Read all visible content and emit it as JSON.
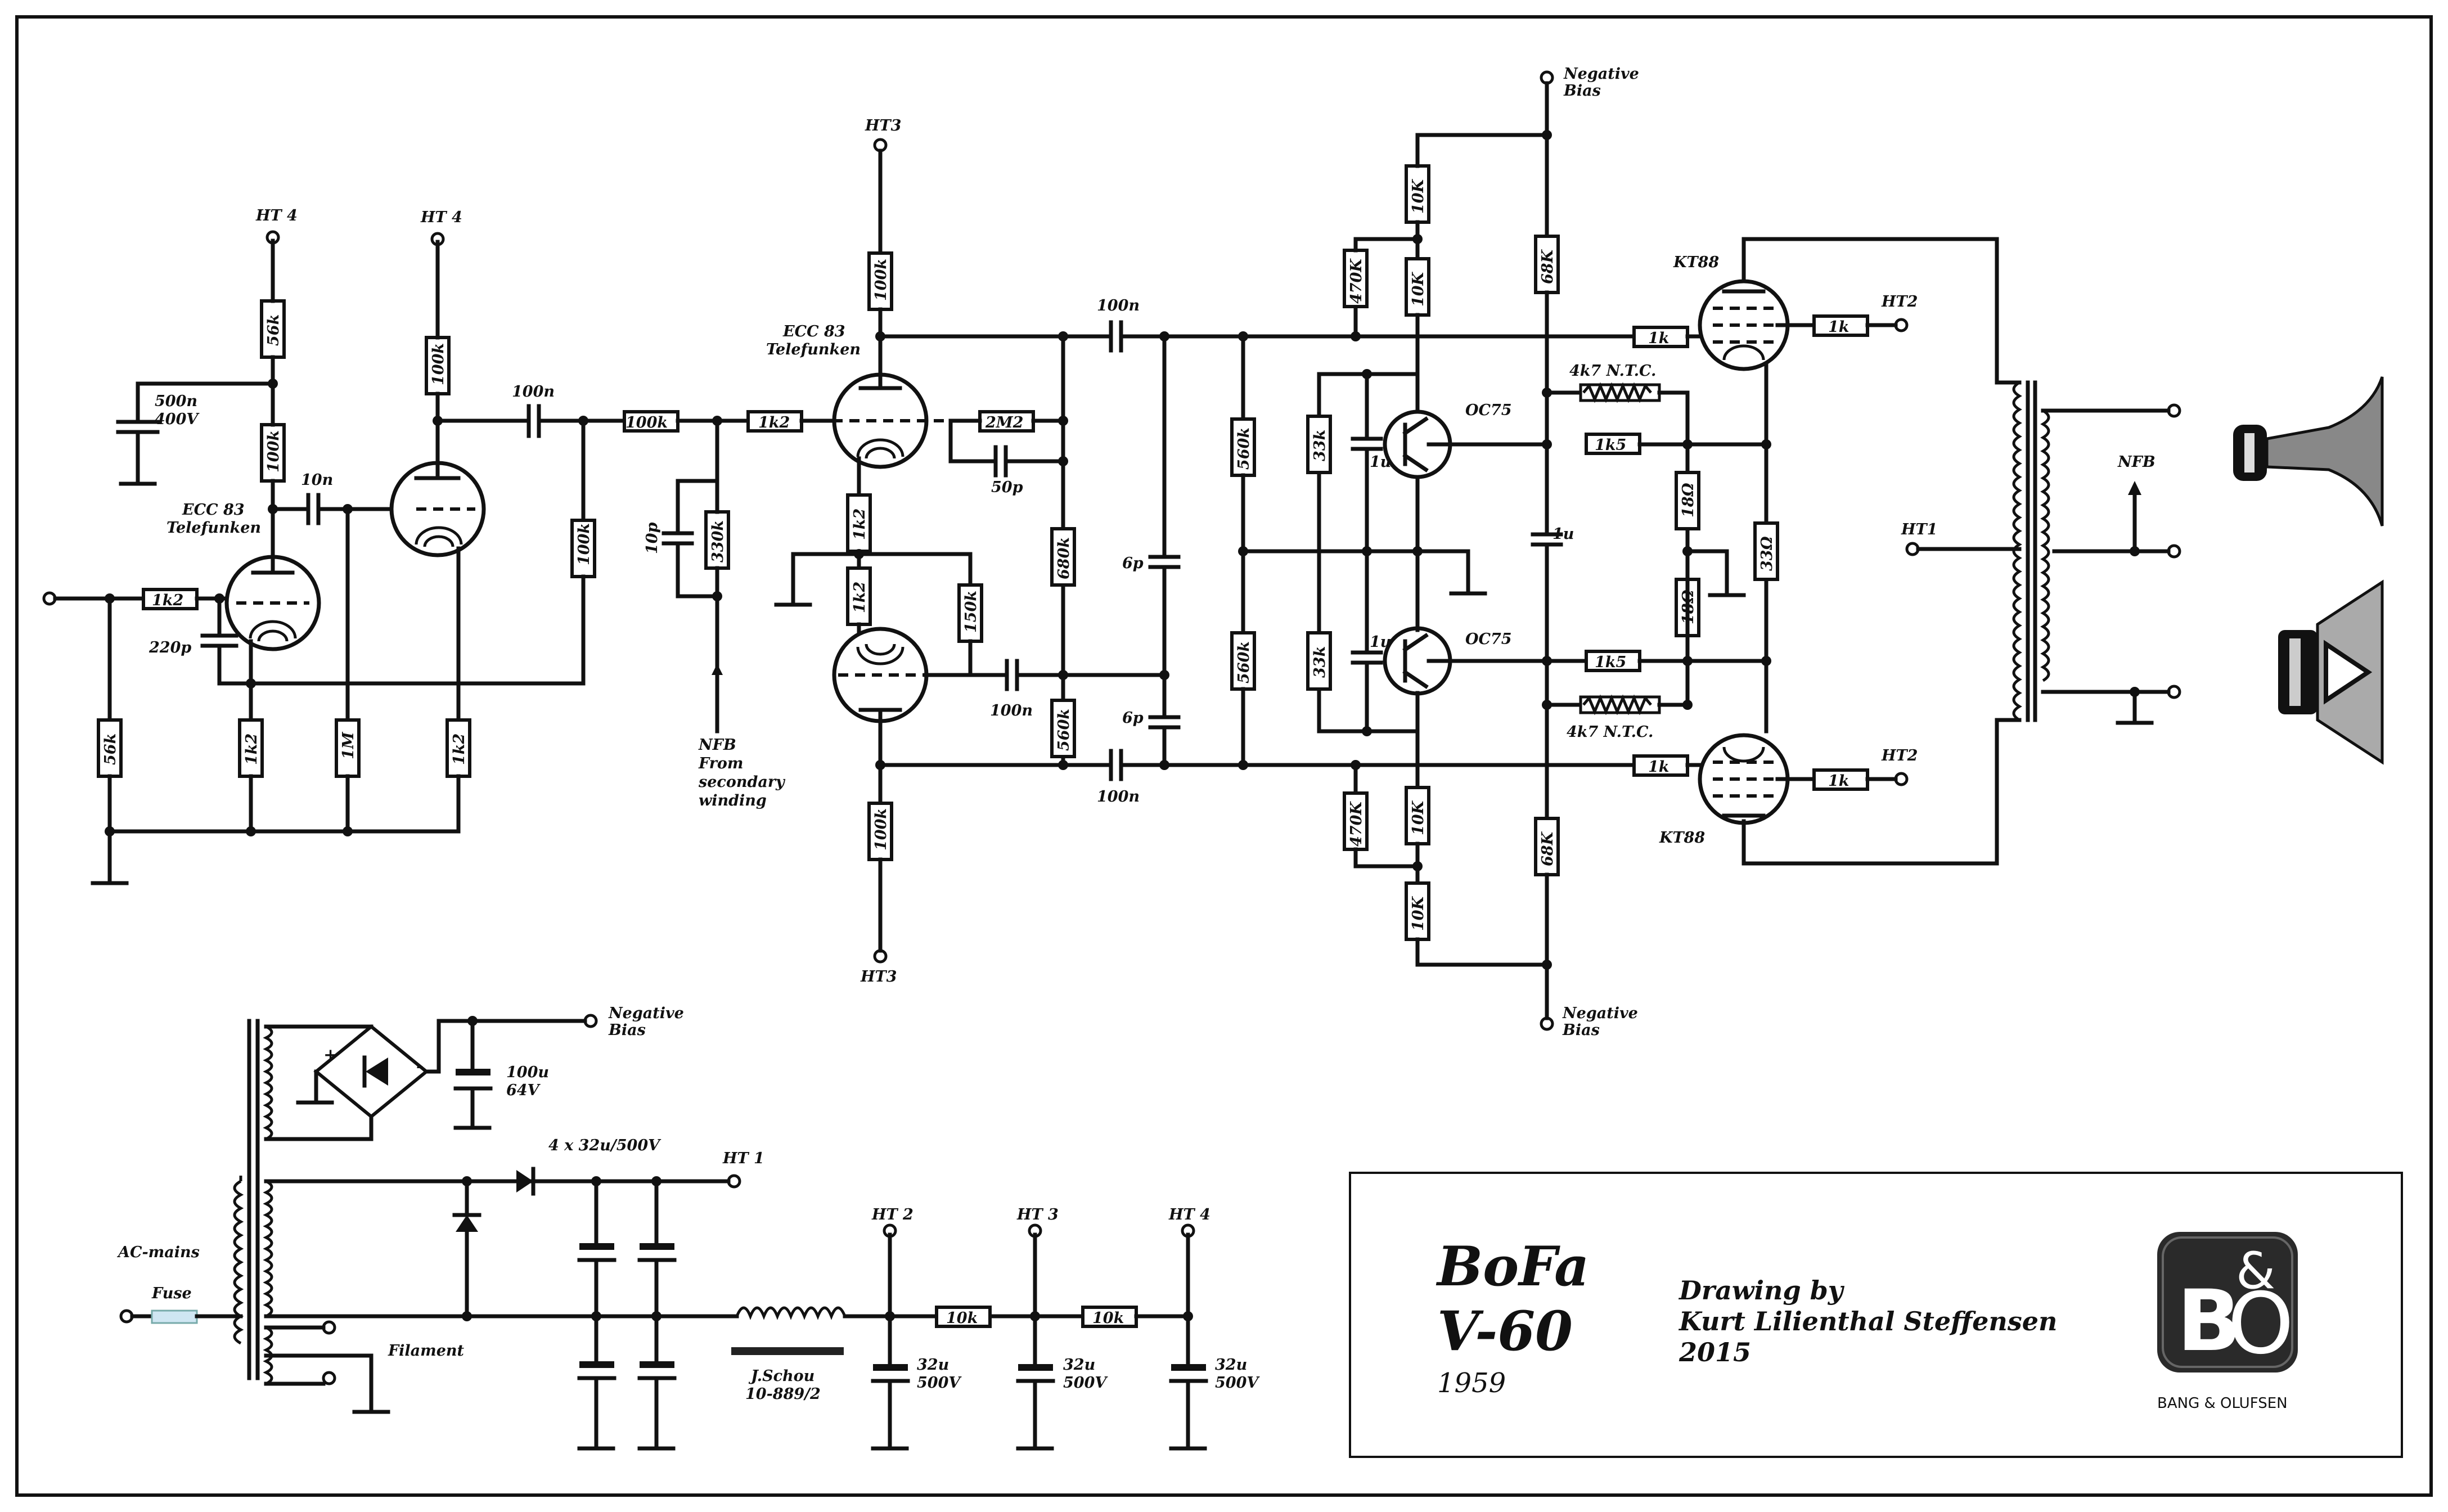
{
  "title_block": {
    "brand": "BoFa",
    "model": "V-60",
    "year": "1959",
    "credit_line1": "Drawing by",
    "credit_line2": "Kurt Lilienthal Steffensen",
    "credit_year": "2015",
    "logo_text": "BANG & OLUFSEN"
  },
  "tubes": {
    "v1": "ECC 83\nTelefunken",
    "v2": "ECC 83\nTelefunken",
    "out_top": "KT88",
    "out_bot": "KT88"
  },
  "transistors": {
    "q1": "OC75",
    "q2": "OC75"
  },
  "rails": {
    "ht1": "HT 1",
    "ht2": "HT 2",
    "ht3": "HT 3",
    "ht4": "HT 4",
    "ht1b": "HT1",
    "ht2b": "HT2",
    "ht3b": "HT3",
    "ht4b": "HT 4",
    "neg_bias": "Negative\nBias"
  },
  "labels": {
    "nfb_in": "NFB\nFrom\nsecondary\nwinding",
    "nfb_out": "NFB",
    "ac_mains": "AC-mains",
    "fuse": "Fuse",
    "filament": "Filament",
    "choke": "J.Schou\n10-889/2",
    "caps4": "4 x 32u/500V",
    "ntc": "4k7 N.T.C.",
    "cap_500n": "500n\n400V",
    "cap_100u": "100u\n64V",
    "cap_32u": "32u\n500V"
  },
  "components": {
    "r1k2": "1k2",
    "r56k": "56k",
    "r100k": "100k",
    "r1M": "1M",
    "r330k": "330k",
    "r2M2": "2M2",
    "r150k": "150k",
    "r680k": "680k",
    "r560k": "560k",
    "r470k": "470K",
    "r10k": "10K",
    "r68k": "68K",
    "r33k": "33k",
    "r1k5": "1k5",
    "r18": "18Ω",
    "r33": "33Ω",
    "r1k": "1k",
    "r10kl": "10k",
    "r100kU": "100K",
    "c10n": "10n",
    "c100n": "100n",
    "c220p": "220p",
    "c10p": "10p",
    "c50p": "50p",
    "c6p": "6p",
    "c1u": "1u"
  }
}
